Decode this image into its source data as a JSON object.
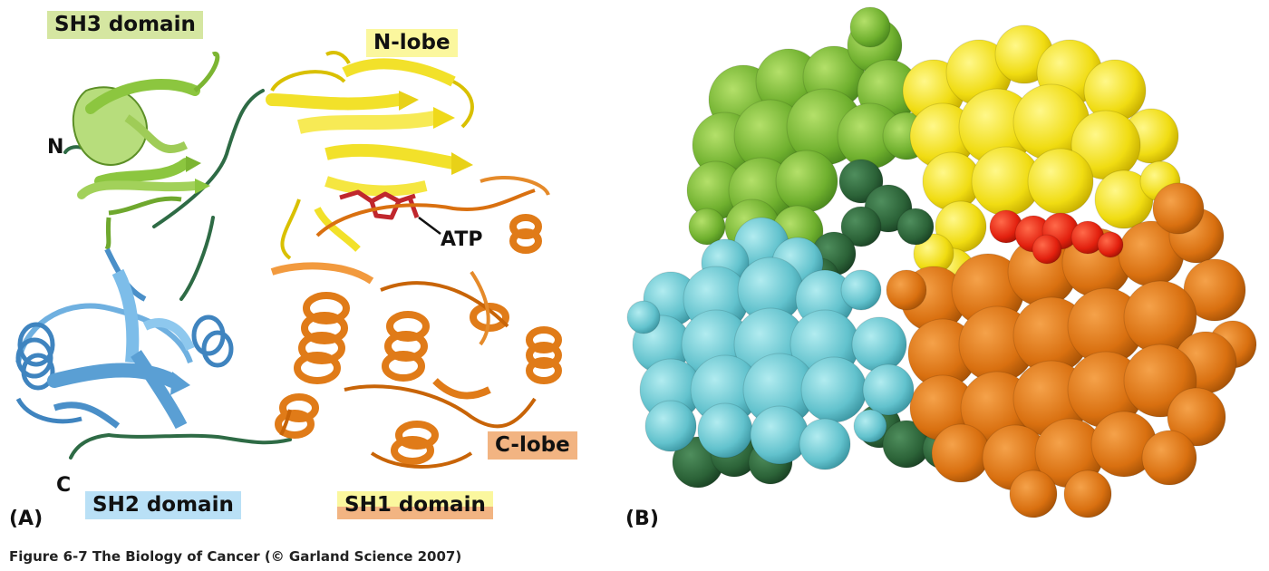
{
  "panels": {
    "a": {
      "label": "(A)"
    },
    "b": {
      "label": "(B)"
    }
  },
  "labels": {
    "sh3": {
      "text": "SH3 domain",
      "bg": "#d5e6a1"
    },
    "nlobe": {
      "text": "N-lobe",
      "bg": "#fbf79e"
    },
    "n_terminus": {
      "text": "N"
    },
    "atp": {
      "text": "ATP"
    },
    "c_terminus": {
      "text": "C"
    },
    "sh2": {
      "text": "SH2 domain",
      "bg": "#b9e0f6"
    },
    "clobe": {
      "text": "C-lobe",
      "bg": "#f2b482"
    },
    "sh1": {
      "text": "SH1 domain",
      "bg_top": "#fbf79e",
      "bg_bottom": "#f2b482"
    }
  },
  "caption": "Figure 6-7  The Biology of Cancer (© Garland Science 2007)",
  "colors": {
    "sh3_green": "#8cc63f",
    "linker_dark_green": "#2e6b45",
    "sh2_blue": "#5a9fd4",
    "n_lobe_yellow": "#f2e12a",
    "c_lobe_orange": "#e07b18",
    "atp_red": "#c0272d",
    "space_fill_cyan": "#6cc9d3",
    "space_fill_red": "#e5200f"
  },
  "icons": [
    "ribbon-structure-diagram",
    "space-filling-structure-diagram",
    "atp-arrow-icon"
  ]
}
